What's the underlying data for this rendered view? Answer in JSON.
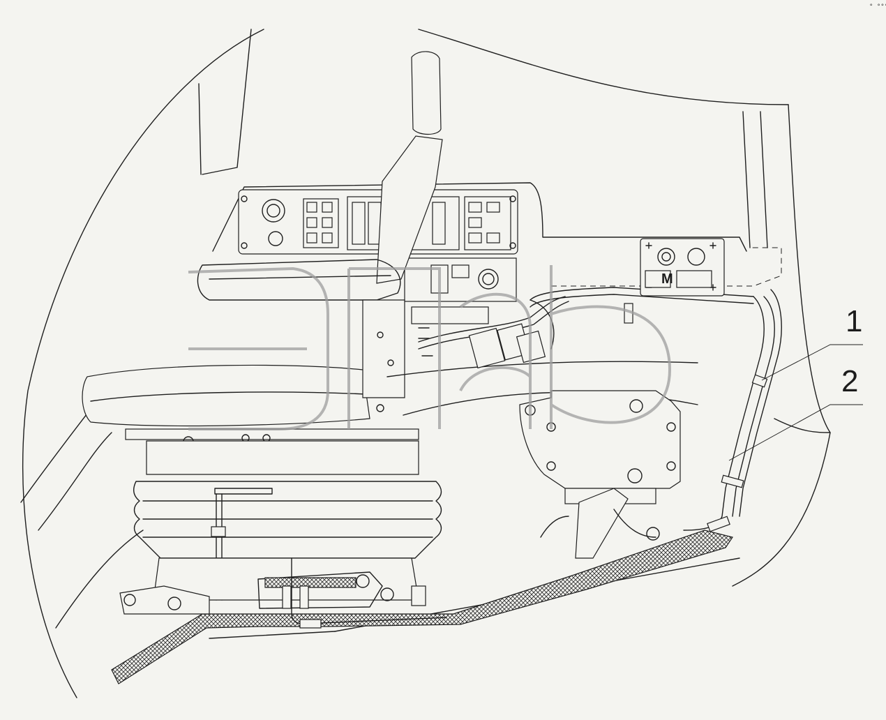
{
  "callouts": [
    {
      "label": "1"
    },
    {
      "label": "2"
    }
  ],
  "panel_mark": "M",
  "corner_mark": "° °°°"
}
